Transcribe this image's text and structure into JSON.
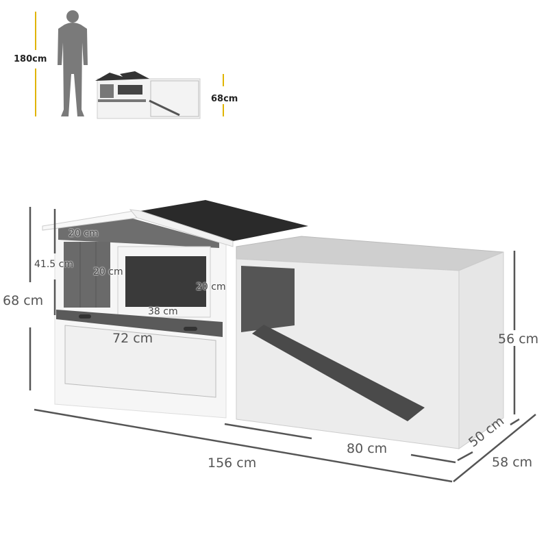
{
  "scale_comparison": {
    "person_height": "180cm",
    "hutch_height": "68cm",
    "accent_color": "#e0b400"
  },
  "dimensions": {
    "total_height": "68 cm",
    "house_height": "41.5 cm",
    "door_width": "20 cm",
    "door_height": "20 cm",
    "window_height": "20 cm",
    "window_width": "38 cm",
    "house_width": "72 cm",
    "run_height": "56 cm",
    "run_width": "80 cm",
    "total_width": "156 cm",
    "inner_depth": "50 cm",
    "total_depth": "58 cm"
  },
  "colors": {
    "line": "#555555",
    "wood_white": "#f4f4f4",
    "panel_grey": "#6b6b6b",
    "roof": "#2b2b2b",
    "mesh": "#9a9a9a"
  }
}
